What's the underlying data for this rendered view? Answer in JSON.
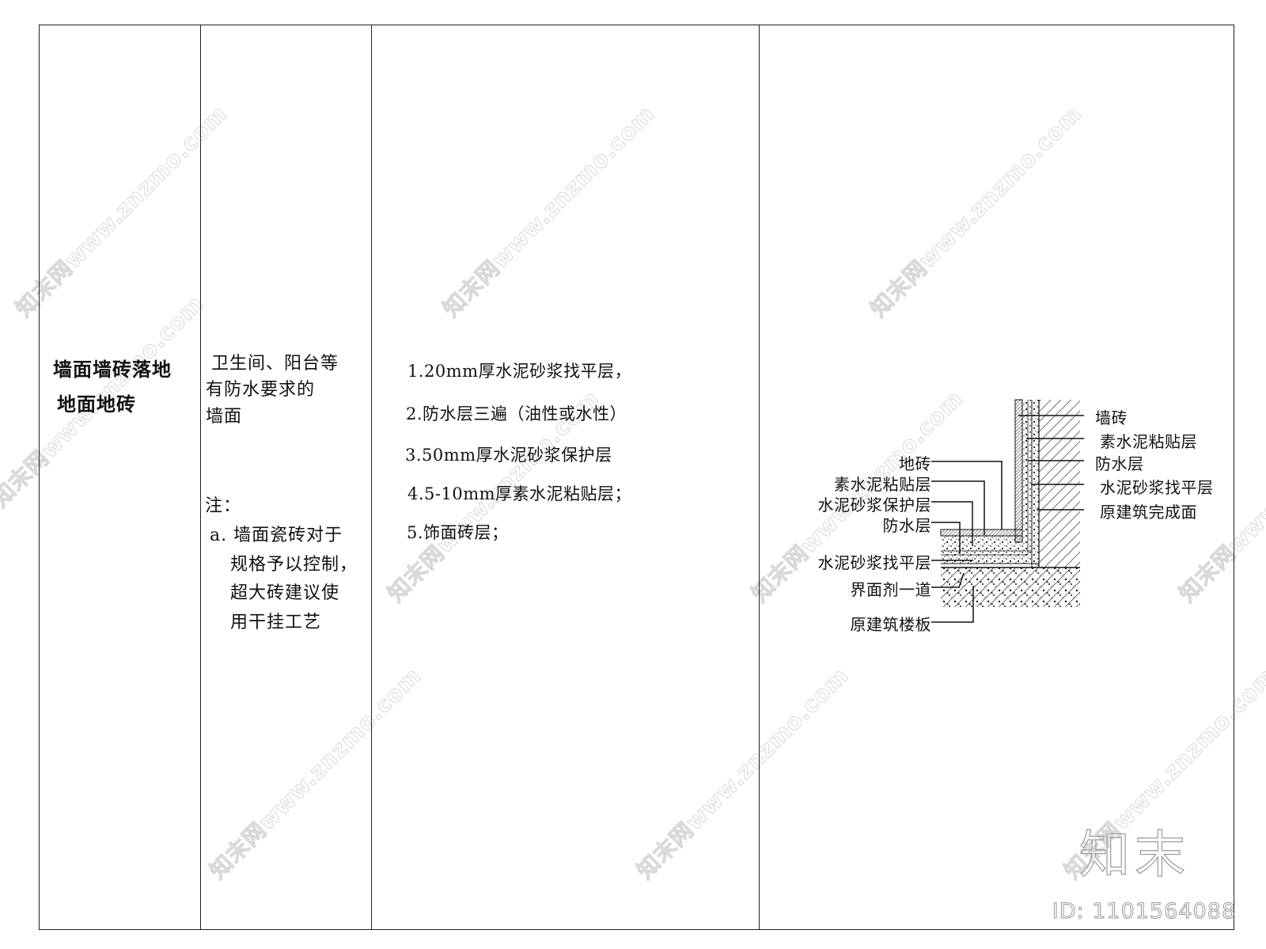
{
  "table": {
    "category": [
      "墙面墙砖落地",
      "地面地砖"
    ],
    "location": {
      "lines": [
        "卫生间、阳台等",
        "有防水要求的",
        "墙面"
      ],
      "note_label": "注：",
      "note_lines": [
        "a. 墙面瓷砖对于",
        "规格予以控制，",
        "超大砖建议使",
        "用干挂工艺"
      ]
    },
    "construction_steps": [
      "1.20mm厚水泥砂浆找平层，",
      "2.防水层三遍（油性或水性）",
      "3.50mm厚水泥砂浆保护层",
      "4.5-10mm厚素水泥粘贴层；",
      "5.饰面砖层；"
    ]
  },
  "detail_drawing": {
    "floor_labels": [
      "地砖",
      "素水泥粘贴层",
      "水泥砂浆保护层",
      "防水层",
      "水泥砂浆找平层",
      "界面剂一道",
      "原建筑楼板"
    ],
    "wall_labels": [
      "墙砖",
      "素水泥粘贴层",
      "防水层",
      "水泥砂浆找平层",
      "原建筑完成面"
    ]
  },
  "watermark": {
    "text": "知末网www.znzmo.com",
    "brand": "知末",
    "id": "ID: 1101564088"
  }
}
